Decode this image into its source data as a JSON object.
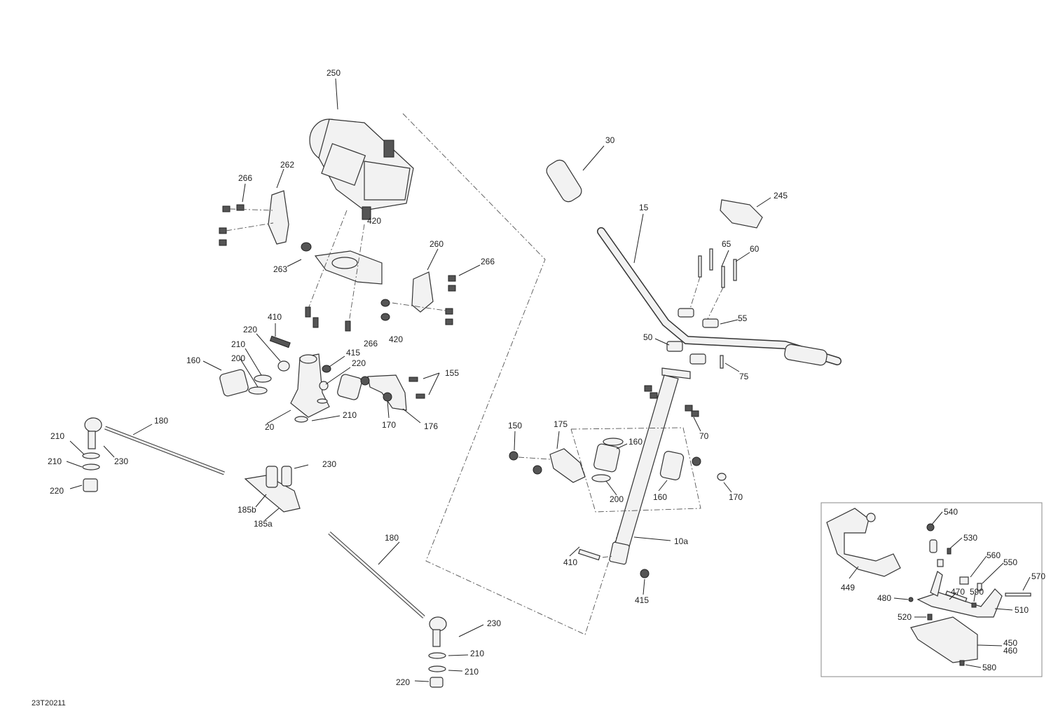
{
  "drawing_code": "23T20211",
  "callouts": {
    "c250": "250",
    "c266a": "266",
    "c262": "262",
    "c420a": "420",
    "c263": "263",
    "c260": "260",
    "c266b": "266",
    "c266c": "266",
    "c420b": "420",
    "c410a": "410",
    "c220a": "220",
    "c210a": "210",
    "c415a": "415",
    "c220b": "220",
    "c160a": "160",
    "c200a": "200",
    "c155": "155",
    "c20": "20",
    "c210b": "210",
    "c170a": "170",
    "c176": "176",
    "c180a": "180",
    "c210c": "210",
    "c210d": "210",
    "c230a": "230",
    "c220c": "220",
    "c230b": "230",
    "c185b": "185b",
    "c185a": "185a",
    "c180b": "180",
    "c230c": "230",
    "c210e": "210",
    "c210f": "210",
    "c220d": "220",
    "c30": "30",
    "c245": "245",
    "c15": "15",
    "c65": "65",
    "c60": "60",
    "c55": "55",
    "c50": "50",
    "c75": "75",
    "c70": "70",
    "c150": "150",
    "c175": "175",
    "c160b": "160",
    "c200b": "200",
    "c160c": "160",
    "c170b": "170",
    "c10a": "10a",
    "c410b": "410",
    "c415b": "415",
    "c540": "540",
    "c530": "530",
    "c449": "449",
    "c560": "560",
    "c550": "550",
    "c570": "570",
    "c480": "480",
    "c470": "470",
    "c590": "590",
    "c510": "510",
    "c520": "520",
    "c450": "450",
    "c460": "460",
    "c580": "580"
  }
}
